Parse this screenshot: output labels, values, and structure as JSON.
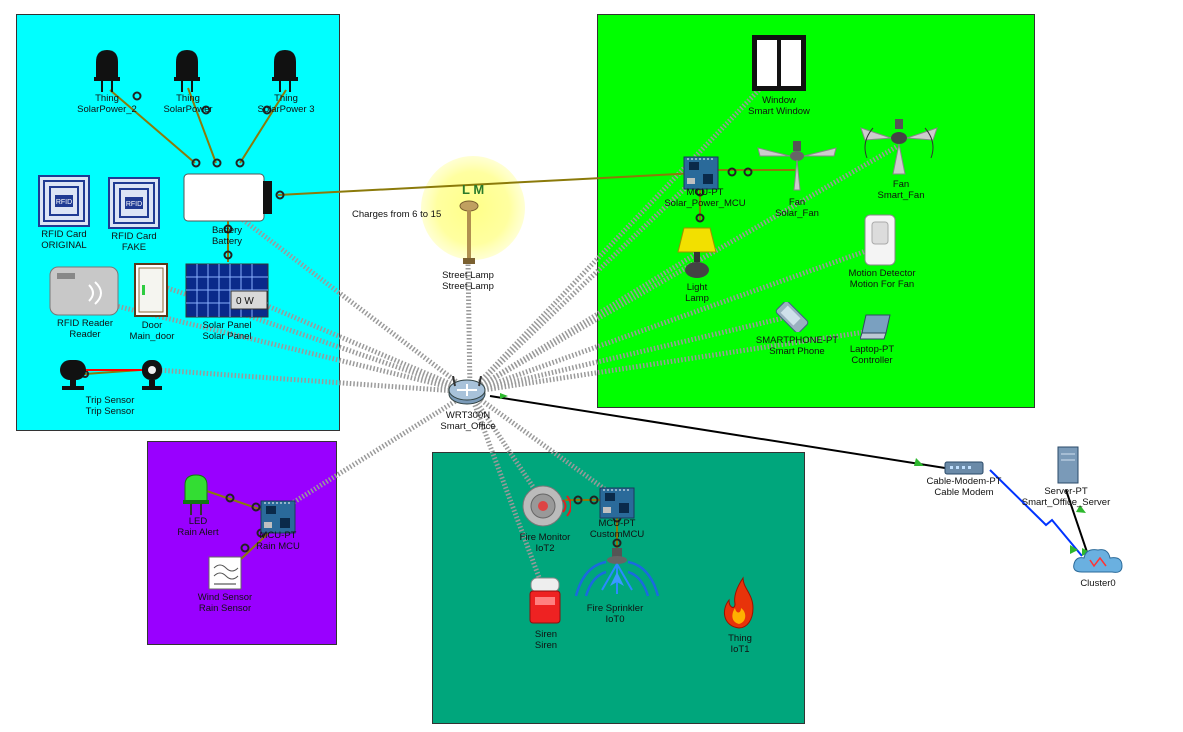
{
  "zones": {
    "solar": {
      "color": "#00ffff"
    },
    "smart_room": {
      "color": "#00ff00"
    },
    "rain": {
      "color": "#9900ff"
    },
    "fire": {
      "color": "#00a67c"
    }
  },
  "devices": {
    "thing_solar_2": {
      "type": "Thing",
      "name": "SolarPower_2",
      "icon": "bulb-icon"
    },
    "thing_solar": {
      "type": "Thing",
      "name": "SolarPower",
      "icon": "bulb-icon"
    },
    "thing_solar_3": {
      "type": "Thing",
      "name": "SolarPower 3",
      "icon": "bulb-icon"
    },
    "battery": {
      "type": "Battery",
      "name": "Battery",
      "icon": "battery-icon"
    },
    "rfid_original": {
      "type": "RFID Card",
      "name": "ORIGINAL",
      "icon": "rfid-card-icon"
    },
    "rfid_fake": {
      "type": "RFID Card",
      "name": "FAKE",
      "icon": "rfid-card-icon"
    },
    "rfid_reader": {
      "type": "RFID Reader",
      "name": "Reader",
      "icon": "rfid-reader-icon"
    },
    "door": {
      "type": "Door",
      "name": "Main_door",
      "icon": "door-icon"
    },
    "solar_panel": {
      "type": "Solar Panel",
      "name": "Solar Panel",
      "icon": "solar-panel-icon",
      "reading": "0 W"
    },
    "trip_sensor": {
      "type": "Trip Sensor",
      "name": "Trip Sensor",
      "icon": "trip-sensor-icon"
    },
    "street_lamp": {
      "type": "Street Lamp",
      "name": "Street Lamp",
      "icon": "street-lamp-icon",
      "glow_letters": "L M"
    },
    "window": {
      "type": "Window",
      "name": "Smart Window",
      "icon": "window-icon"
    },
    "mcu_solar": {
      "type": "MCU-PT",
      "name": "Solar_Power_MCU",
      "icon": "mcu-board-icon"
    },
    "fan_solar": {
      "type": "Fan",
      "name": "Solar_Fan",
      "icon": "ceiling-fan-icon"
    },
    "fan_smart": {
      "type": "Fan",
      "name": "Smart_Fan",
      "icon": "ceiling-fan-icon"
    },
    "light": {
      "type": "Light",
      "name": "Lamp",
      "icon": "lamp-icon"
    },
    "motion": {
      "type": "Motion Detector",
      "name": "Motion For Fan",
      "icon": "motion-detector-icon"
    },
    "smartphone": {
      "type": "SMARTPHONE-PT",
      "name": "Smart Phone",
      "icon": "smartphone-icon"
    },
    "laptop": {
      "type": "Laptop-PT",
      "name": "Controller",
      "icon": "laptop-icon"
    },
    "router": {
      "type": "WRT300N",
      "name": "Smart_Office",
      "icon": "wireless-router-icon"
    },
    "led": {
      "type": "LED",
      "name": "Rain Alert",
      "icon": "led-icon"
    },
    "mcu_rain": {
      "type": "MCU-PT",
      "name": "Rain MCU",
      "icon": "mcu-board-icon"
    },
    "wind": {
      "type": "Wind Sensor",
      "name": "Rain Sensor",
      "icon": "wind-sensor-icon"
    },
    "fire_monitor": {
      "type": "Fire Monitor",
      "name": "IoT2",
      "icon": "fire-monitor-icon"
    },
    "mcu_custom": {
      "type": "MCU-PT",
      "name": "CustomMCU",
      "icon": "mcu-board-icon"
    },
    "sprinkler": {
      "type": "Fire Sprinkler",
      "name": "IoT0",
      "icon": "sprinkler-icon"
    },
    "siren": {
      "type": "Siren",
      "name": "Siren",
      "icon": "siren-icon"
    },
    "thing_iot1": {
      "type": "Thing",
      "name": "IoT1",
      "icon": "fire-icon"
    },
    "cable_modem": {
      "type": "Cable-Modem-PT",
      "name": "Cable Modem",
      "icon": "cable-modem-icon"
    },
    "server": {
      "type": "Server-PT",
      "name": "Smart_Office_Server",
      "icon": "server-icon"
    },
    "cloud": {
      "type": "",
      "name": "Cluster0",
      "icon": "cloud-icon"
    }
  },
  "annotations": {
    "charges": "Charges from  6 to 15"
  },
  "colors": {
    "wireless": "#999999",
    "iot_cable": "#8b7a0a",
    "ethernet": "#000000",
    "coax": "#0033ff",
    "port_marker": "#2eb82e"
  }
}
